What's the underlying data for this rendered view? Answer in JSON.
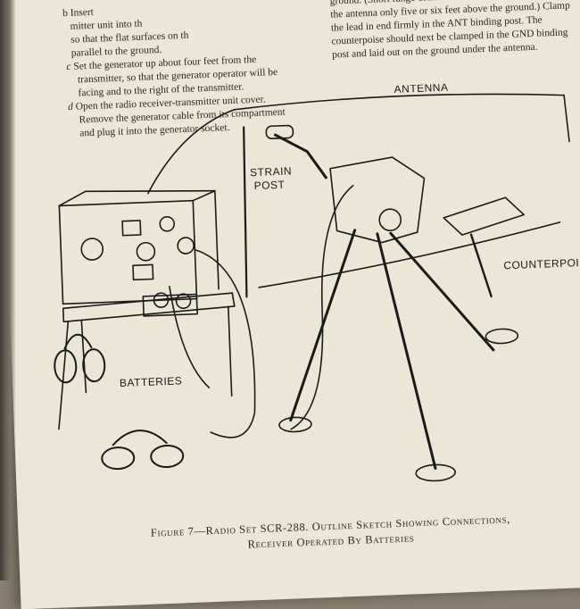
{
  "left_column": {
    "line_b_fragment_1": "b  Insert",
    "line_b_fragment_2": "mitter unit into th",
    "line_b_fragment_3": "so that the flat surfaces on th",
    "line_b_fragment_4": "parallel to the ground.",
    "item_c_letter": "c",
    "item_c_text": "Set the generator up about four feet from the transmitter, so that the generator operator will be facing and to the right of the transmitter.",
    "item_d_letter": "d",
    "item_d_text": "Open the radio receiver-transmitter unit cover. Remove the generator cable from its compartment and plug it into the generator socket."
  },
  "right_column": {
    "text": "ground.  (Short range communication can be obtained with the antenna only five or six feet above the ground.)  Clamp the lead in end firmly in the ANT binding post.  The counterpoise should next be clamped in the GND binding post and laid out on the ground under the antenna."
  },
  "diagram": {
    "labels": {
      "antenna": "ANTENNA",
      "strain_post_1": "STRAIN",
      "strain_post_2": "POST",
      "counterpoise": "COUNTERPOISE",
      "batteries": "BATTERIES"
    }
  },
  "caption": {
    "line1": "Figure 7—Radio Set SCR-288.  Outline Sketch Showing Connections,",
    "line2": "Receiver Operated By Batteries"
  }
}
